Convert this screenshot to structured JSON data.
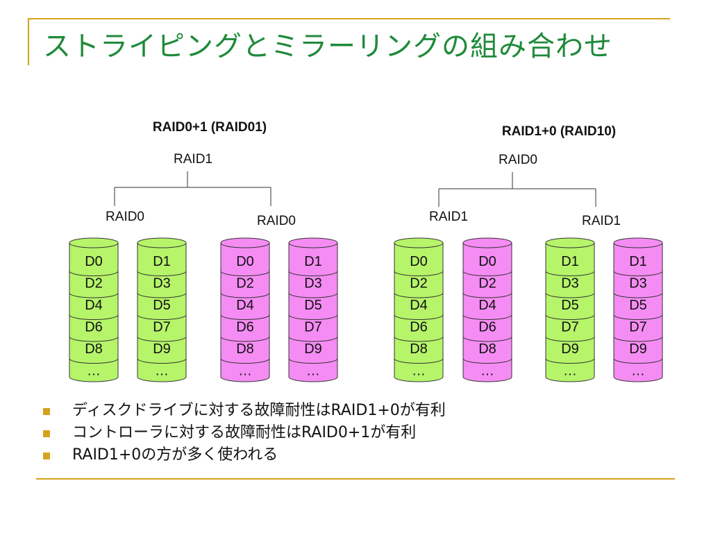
{
  "slide": {
    "title": "ストライピングとミラーリングの組み合わせ",
    "accent_color": "#d6a21e",
    "title_color": "#1f8a3a"
  },
  "colors": {
    "green_disk": "#b6f46a",
    "pink_disk": "#f58cf3",
    "stroke": "#333333"
  },
  "diagrams": [
    {
      "heading": "RAID0+1 (RAID01)",
      "top_label": "RAID1",
      "groups": [
        {
          "label": "RAID0",
          "disks": [
            {
              "color": "green",
              "items": [
                "D0",
                "D2",
                "D4",
                "D6",
                "D8",
                "…"
              ]
            },
            {
              "color": "green",
              "items": [
                "D1",
                "D3",
                "D5",
                "D7",
                "D9",
                "…"
              ]
            }
          ]
        },
        {
          "label": "RAID0",
          "disks": [
            {
              "color": "pink",
              "items": [
                "D0",
                "D2",
                "D4",
                "D6",
                "D8",
                "…"
              ]
            },
            {
              "color": "pink",
              "items": [
                "D1",
                "D3",
                "D5",
                "D7",
                "D9",
                "…"
              ]
            }
          ]
        }
      ]
    },
    {
      "heading": "RAID1+0 (RAID10)",
      "top_label": "RAID0",
      "groups": [
        {
          "label": "RAID1",
          "disks": [
            {
              "color": "green",
              "items": [
                "D0",
                "D2",
                "D4",
                "D6",
                "D8",
                "…"
              ]
            },
            {
              "color": "pink",
              "items": [
                "D0",
                "D2",
                "D4",
                "D6",
                "D8",
                "…"
              ]
            }
          ]
        },
        {
          "label": "RAID1",
          "disks": [
            {
              "color": "green",
              "items": [
                "D1",
                "D3",
                "D5",
                "D7",
                "D9",
                "…"
              ]
            },
            {
              "color": "pink",
              "items": [
                "D1",
                "D3",
                "D5",
                "D7",
                "D9",
                "…"
              ]
            }
          ]
        }
      ]
    }
  ],
  "bullets": [
    "ディスクドライブに対する故障耐性はRAID1+0が有利",
    "コントローラに対する故障耐性はRAID0+1が有利",
    "RAID1+0の方が多く使われる"
  ]
}
